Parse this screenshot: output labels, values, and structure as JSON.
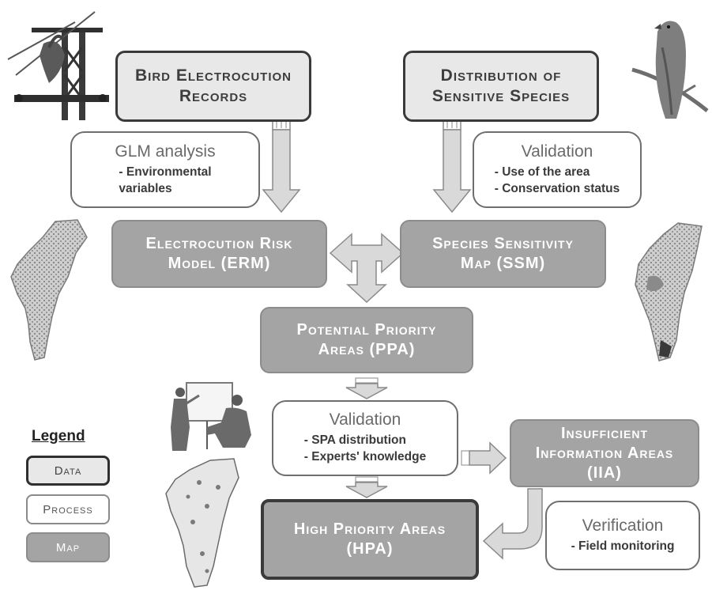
{
  "boxes": {
    "bird_records": {
      "line1": "Bird Electrocution",
      "line2": "Records"
    },
    "sensitive_species": {
      "line1": "Distribution of",
      "line2": "Sensitive Species"
    },
    "glm": {
      "title": "GLM analysis",
      "items": [
        "- Environmental",
        "variables"
      ]
    },
    "validation_top": {
      "title": "Validation",
      "items": [
        "- Use of the area",
        "- Conservation status"
      ]
    },
    "erm": {
      "line1": "Electrocution Risk",
      "line2": "Model  (ERM)"
    },
    "ssm": {
      "line1": "Species Sensitivity",
      "line2": "Map (SSM)"
    },
    "ppa": {
      "line1": "Potential Priority",
      "line2": "Areas (PPA)"
    },
    "validation_mid": {
      "title": "Validation",
      "items": [
        "- SPA distribution",
        "- Experts' knowledge"
      ]
    },
    "iia": {
      "line1": "Insufficient",
      "line2": "Information Areas",
      "line3": "(IIA)"
    },
    "hpa": {
      "line1": "High Priority Areas",
      "line2": "(HPA)"
    },
    "verification": {
      "title": "Verification",
      "items": [
        "- Field monitoring"
      ]
    }
  },
  "legend": {
    "title": "Legend",
    "data_label": "Data",
    "process_label": "Process",
    "map_label": "Map"
  },
  "colors": {
    "data_fill": "#e8e8e8",
    "map_fill": "#a4a4a4",
    "border_dark": "#3a3a3a",
    "arrow_fill": "#d9d9d9",
    "arrow_stroke": "#8a8a8a"
  },
  "illustrations": [
    "power-pylon-with-bird-icon",
    "eagle-on-branch-icon",
    "region-map-erm-icon",
    "region-map-ssm-icon",
    "experts-meeting-icon",
    "region-map-hpa-icon"
  ]
}
